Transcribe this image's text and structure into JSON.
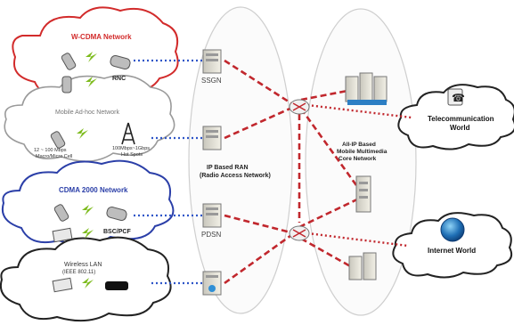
{
  "networks": {
    "wcdma": {
      "title": "W-CDMA Network",
      "rnc": "RNC"
    },
    "mobile_adhoc": {
      "title": "Mobile Ad-hoc Network",
      "speed1": "12 ~ 100 Mbps",
      "cell1": "Macro/Micro Cell",
      "speed2": "100Mbps~1Gbps",
      "cell2": "Hot Spots"
    },
    "cdma2000": {
      "title": "CDMA 2000 Network",
      "bsc": "BSC/PCF"
    },
    "wlan": {
      "title": "Wireless LAN",
      "std": "(IEEE 802.11)"
    }
  },
  "core": {
    "sgsn": "SSGN",
    "pdsn": "PDSN",
    "ran_line1": "IP Based RAN",
    "ran_line2": "(Radio Access Network)",
    "allip_line1": "All-IP Based",
    "allip_line2": "Mobile Multimedia",
    "allip_line3": "Core Network"
  },
  "worlds": {
    "telecom_line1": "Telecommunication",
    "telecom_line2": "World",
    "internet": "Internet World"
  },
  "colors": {
    "red_cloud": "#d22b2b",
    "grey_cloud": "#9a9a9a",
    "blue_cloud": "#2b3fa8",
    "black_cloud": "#222222",
    "link_red": "#c1272d",
    "link_blue": "#2f56c8",
    "title_red": "#d22b2b",
    "title_blue": "#2b3fa8"
  }
}
